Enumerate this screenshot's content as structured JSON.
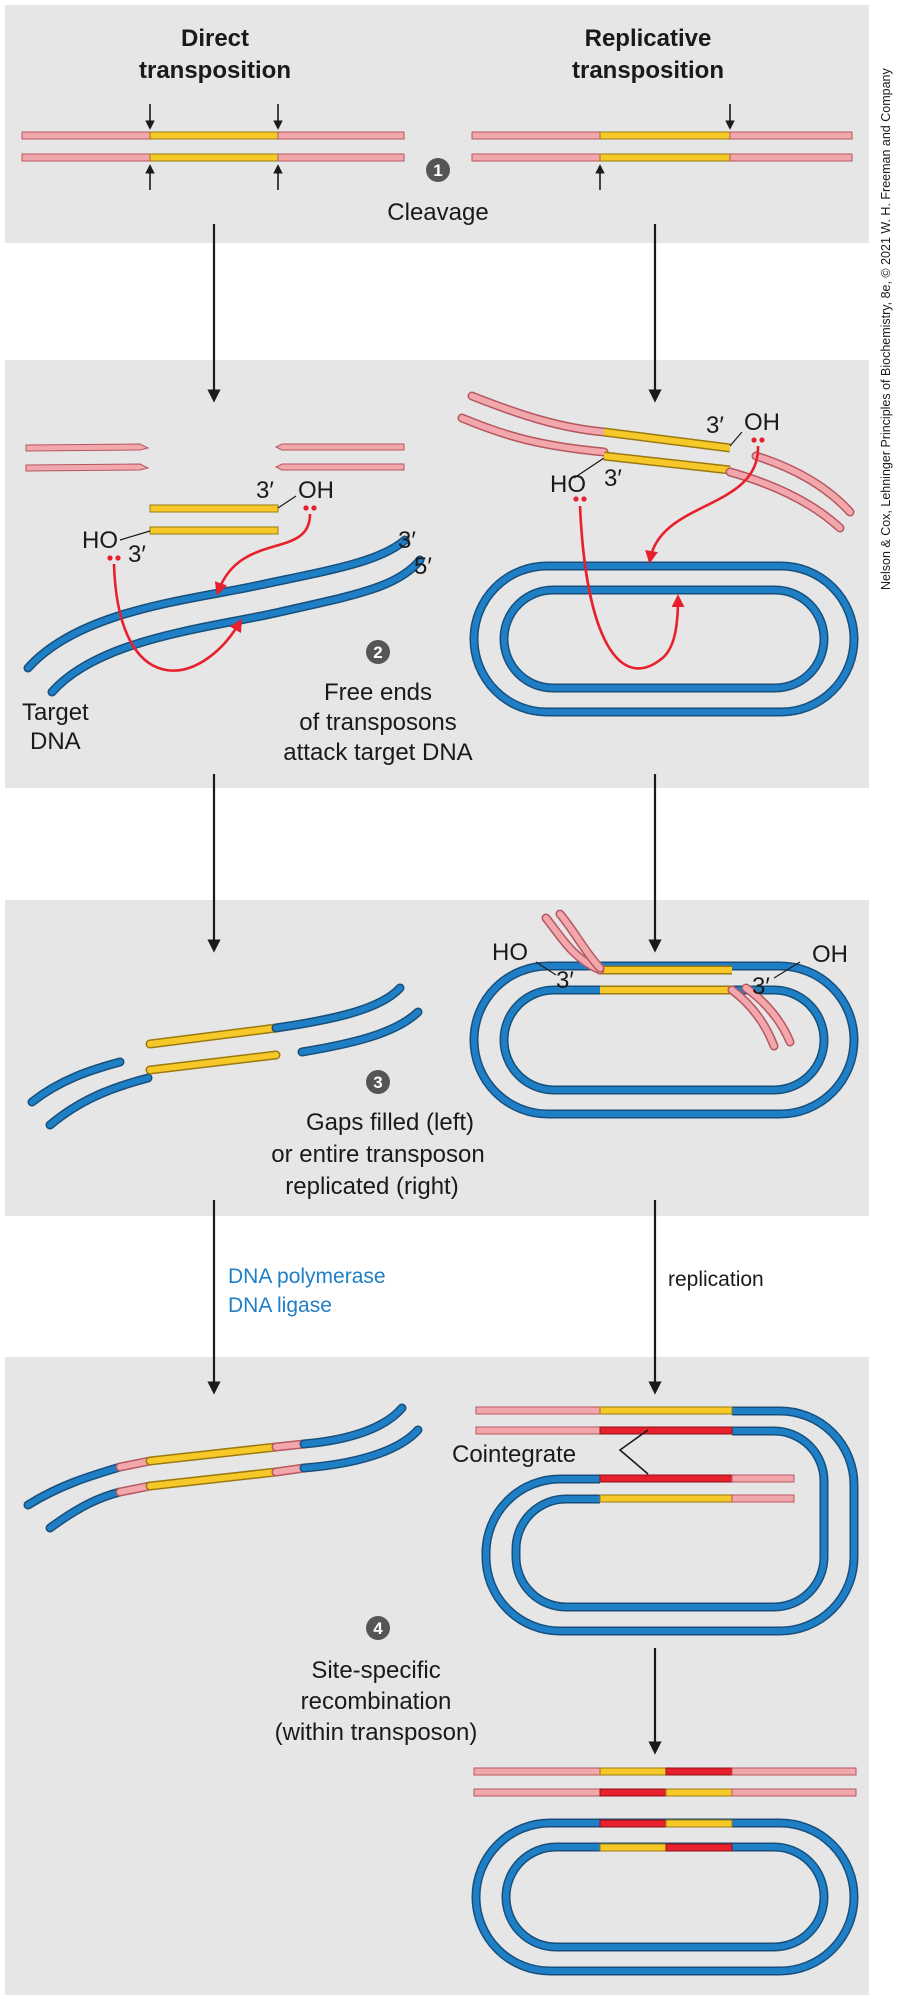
{
  "headings": {
    "left": [
      "Direct",
      "transposition"
    ],
    "right": [
      "Replicative",
      "transposition"
    ]
  },
  "steps": [
    {
      "number": "1",
      "lines": [
        "Cleavage"
      ]
    },
    {
      "number": "2",
      "lines": [
        "Free ends",
        "of transposons",
        "attack target DNA"
      ]
    },
    {
      "number": "3",
      "lines": [
        "Gaps filled (left)",
        "or entire transposon",
        "replicated (right)"
      ]
    },
    {
      "number": "4",
      "lines": [
        "Site-specific",
        "recombination",
        "(within transposon)"
      ]
    }
  ],
  "labels": {
    "three_prime": "3′",
    "five_prime": "5′",
    "oh": "OH",
    "ho": "HO",
    "target_dna": [
      "Target",
      "DNA"
    ],
    "cointegrate": "Cointegrate"
  },
  "enzymes": {
    "left": [
      "DNA polymerase",
      "DNA ligase"
    ],
    "right": "replication"
  },
  "credit": "Nelson & Cox, Lehninger Principles of Biochemistry, 8e, © 2021 W. H. Freeman and Company",
  "colors": {
    "panel_bg": "#e6e6e7",
    "flanking_dna": "#f2a7ad",
    "transposon": "#f7c928",
    "target_dna": "#1e7fc6",
    "new_transposon": "#e8202c",
    "attack_arrow": "#e8202c"
  }
}
